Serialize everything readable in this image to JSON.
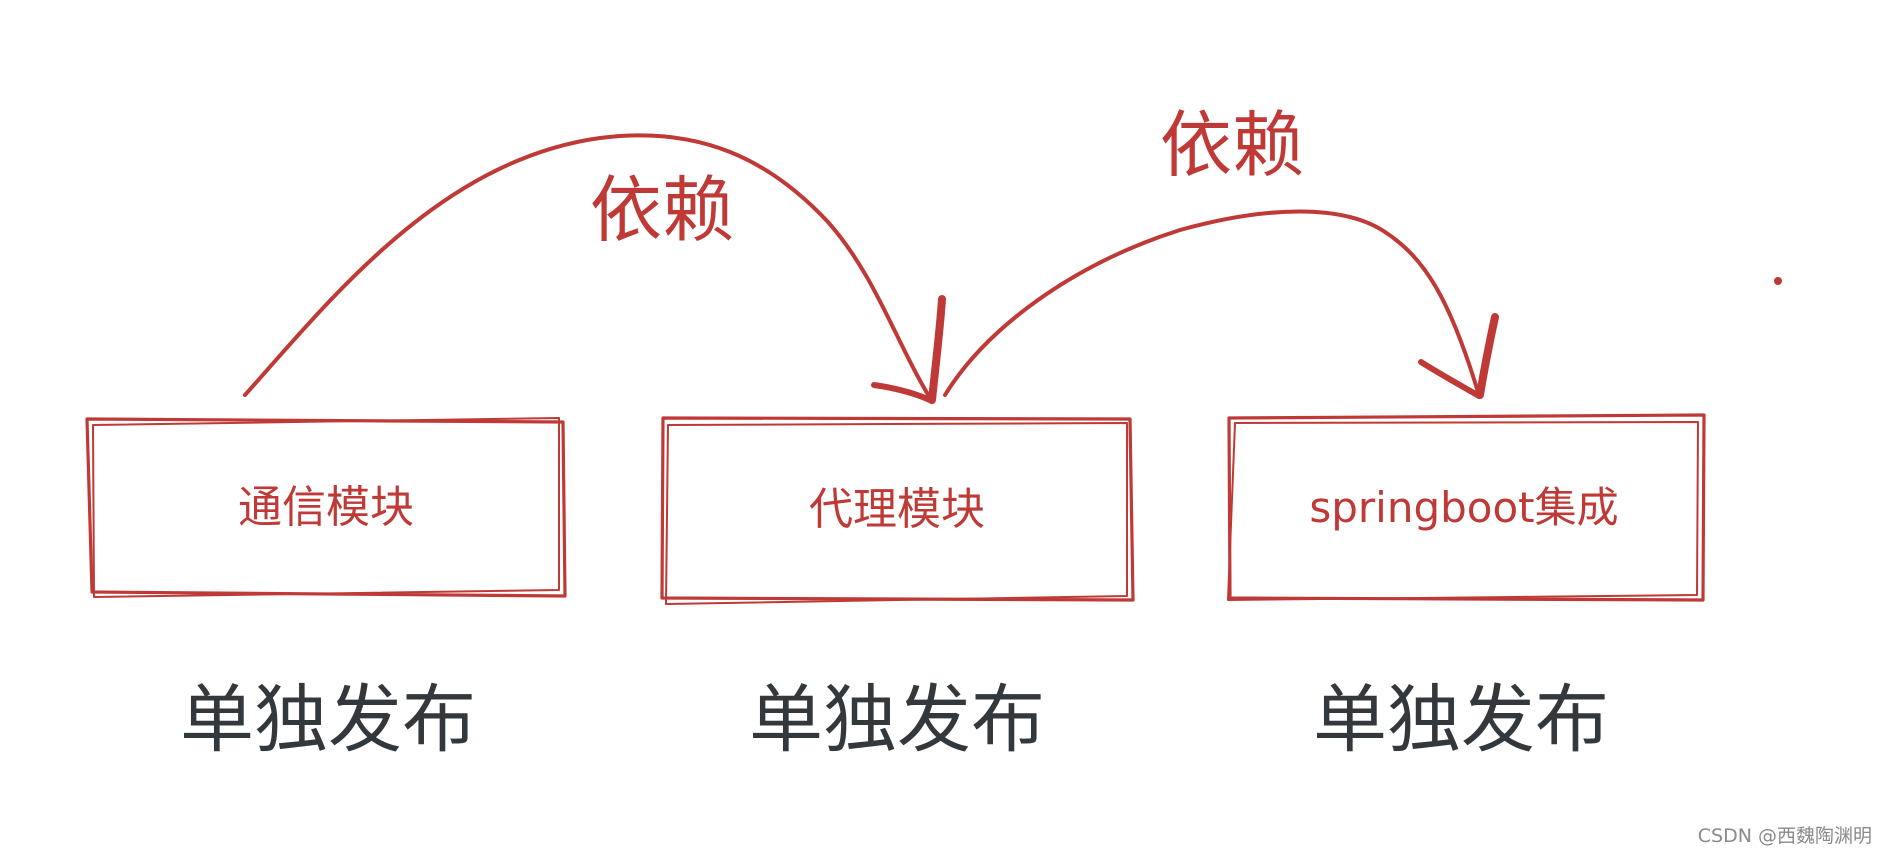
{
  "diagram": {
    "stroke_color": "#bf3a36",
    "text_color_red": "#bf3a36",
    "text_color_dark": "#33383d",
    "modules": [
      {
        "id": "comm",
        "label": "通信模块",
        "caption": "单独发布"
      },
      {
        "id": "proxy",
        "label": "代理模块",
        "caption": "单独发布"
      },
      {
        "id": "springboot",
        "label": "springboot集成",
        "caption": "单独发布"
      }
    ],
    "edges": [
      {
        "from": "comm",
        "to": "proxy",
        "label": "依赖"
      },
      {
        "from": "proxy",
        "to": "springboot",
        "label": "依赖"
      }
    ]
  },
  "watermark": "CSDN @西魏陶渊明"
}
